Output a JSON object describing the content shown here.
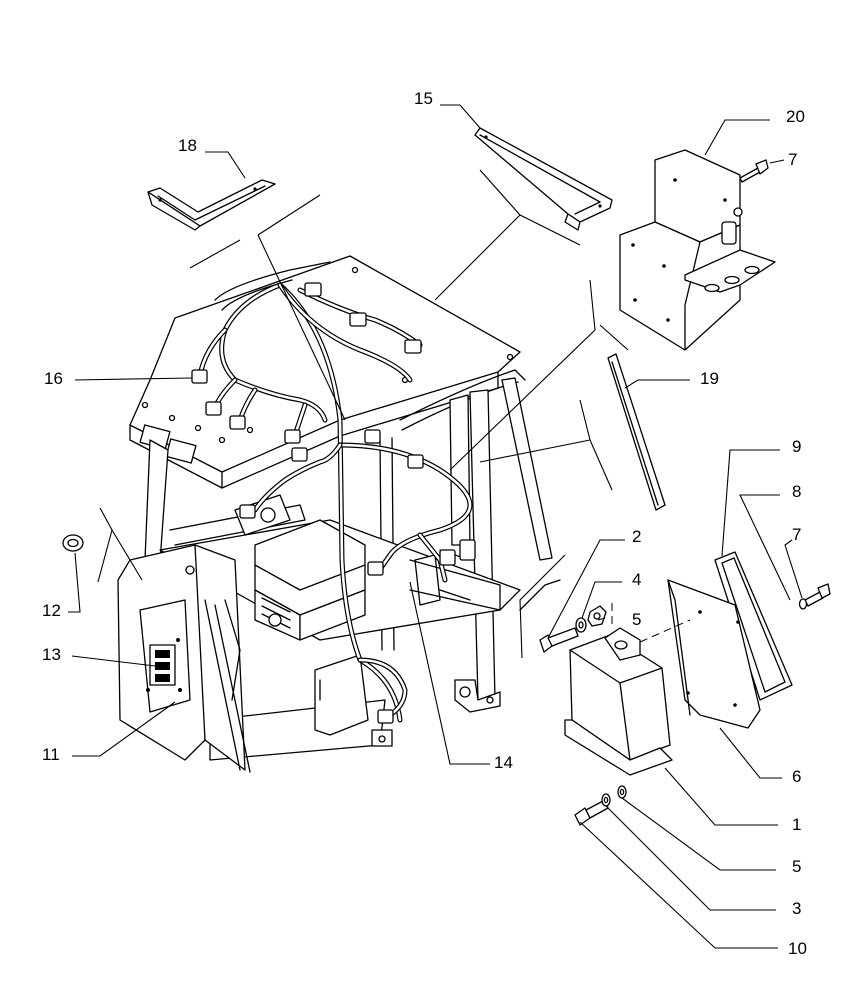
{
  "callouts": [
    {
      "id": "c1",
      "label": "1"
    },
    {
      "id": "c2",
      "label": "2"
    },
    {
      "id": "c3",
      "label": "3"
    },
    {
      "id": "c4",
      "label": "4"
    },
    {
      "id": "c5a",
      "label": "5"
    },
    {
      "id": "c5b",
      "label": "5"
    },
    {
      "id": "c6",
      "label": "6"
    },
    {
      "id": "c7a",
      "label": "7"
    },
    {
      "id": "c7b",
      "label": "7"
    },
    {
      "id": "c8",
      "label": "8"
    },
    {
      "id": "c9",
      "label": "9"
    },
    {
      "id": "c10",
      "label": "10"
    },
    {
      "id": "c11",
      "label": "11"
    },
    {
      "id": "c12",
      "label": "12"
    },
    {
      "id": "c13",
      "label": "13"
    },
    {
      "id": "c14",
      "label": "14"
    },
    {
      "id": "c15",
      "label": "15"
    },
    {
      "id": "c16",
      "label": "16"
    },
    {
      "id": "c18",
      "label": "18"
    },
    {
      "id": "c19",
      "label": "19"
    },
    {
      "id": "c20",
      "label": "20"
    }
  ]
}
